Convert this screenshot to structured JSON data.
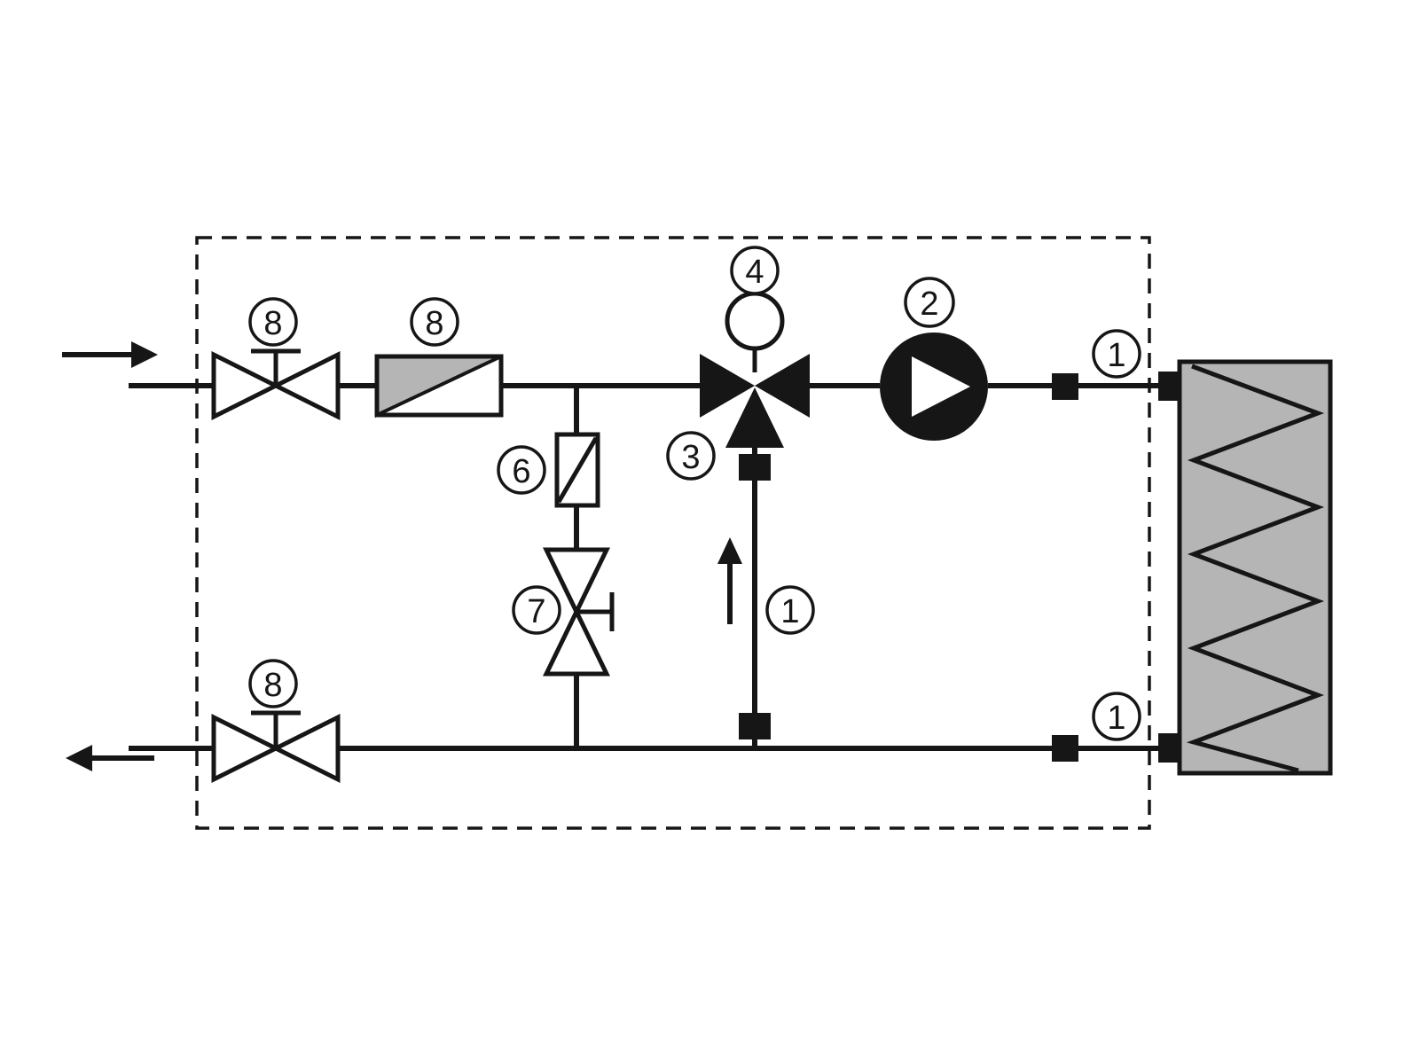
{
  "labels": {
    "supply_shutoff_valve": "8",
    "strainer": "8",
    "check_valve": "6",
    "bypass_valve": "7",
    "actuator": "4",
    "three_way_valve": "3",
    "pump": "2",
    "bypass_line": "1",
    "supply_sensor": "1",
    "return_sensor": "1",
    "return_shutoff_valve": "8"
  },
  "colors": {
    "line": "#161616",
    "component_gray": "#b5b5b5",
    "background": "#ffffff"
  }
}
